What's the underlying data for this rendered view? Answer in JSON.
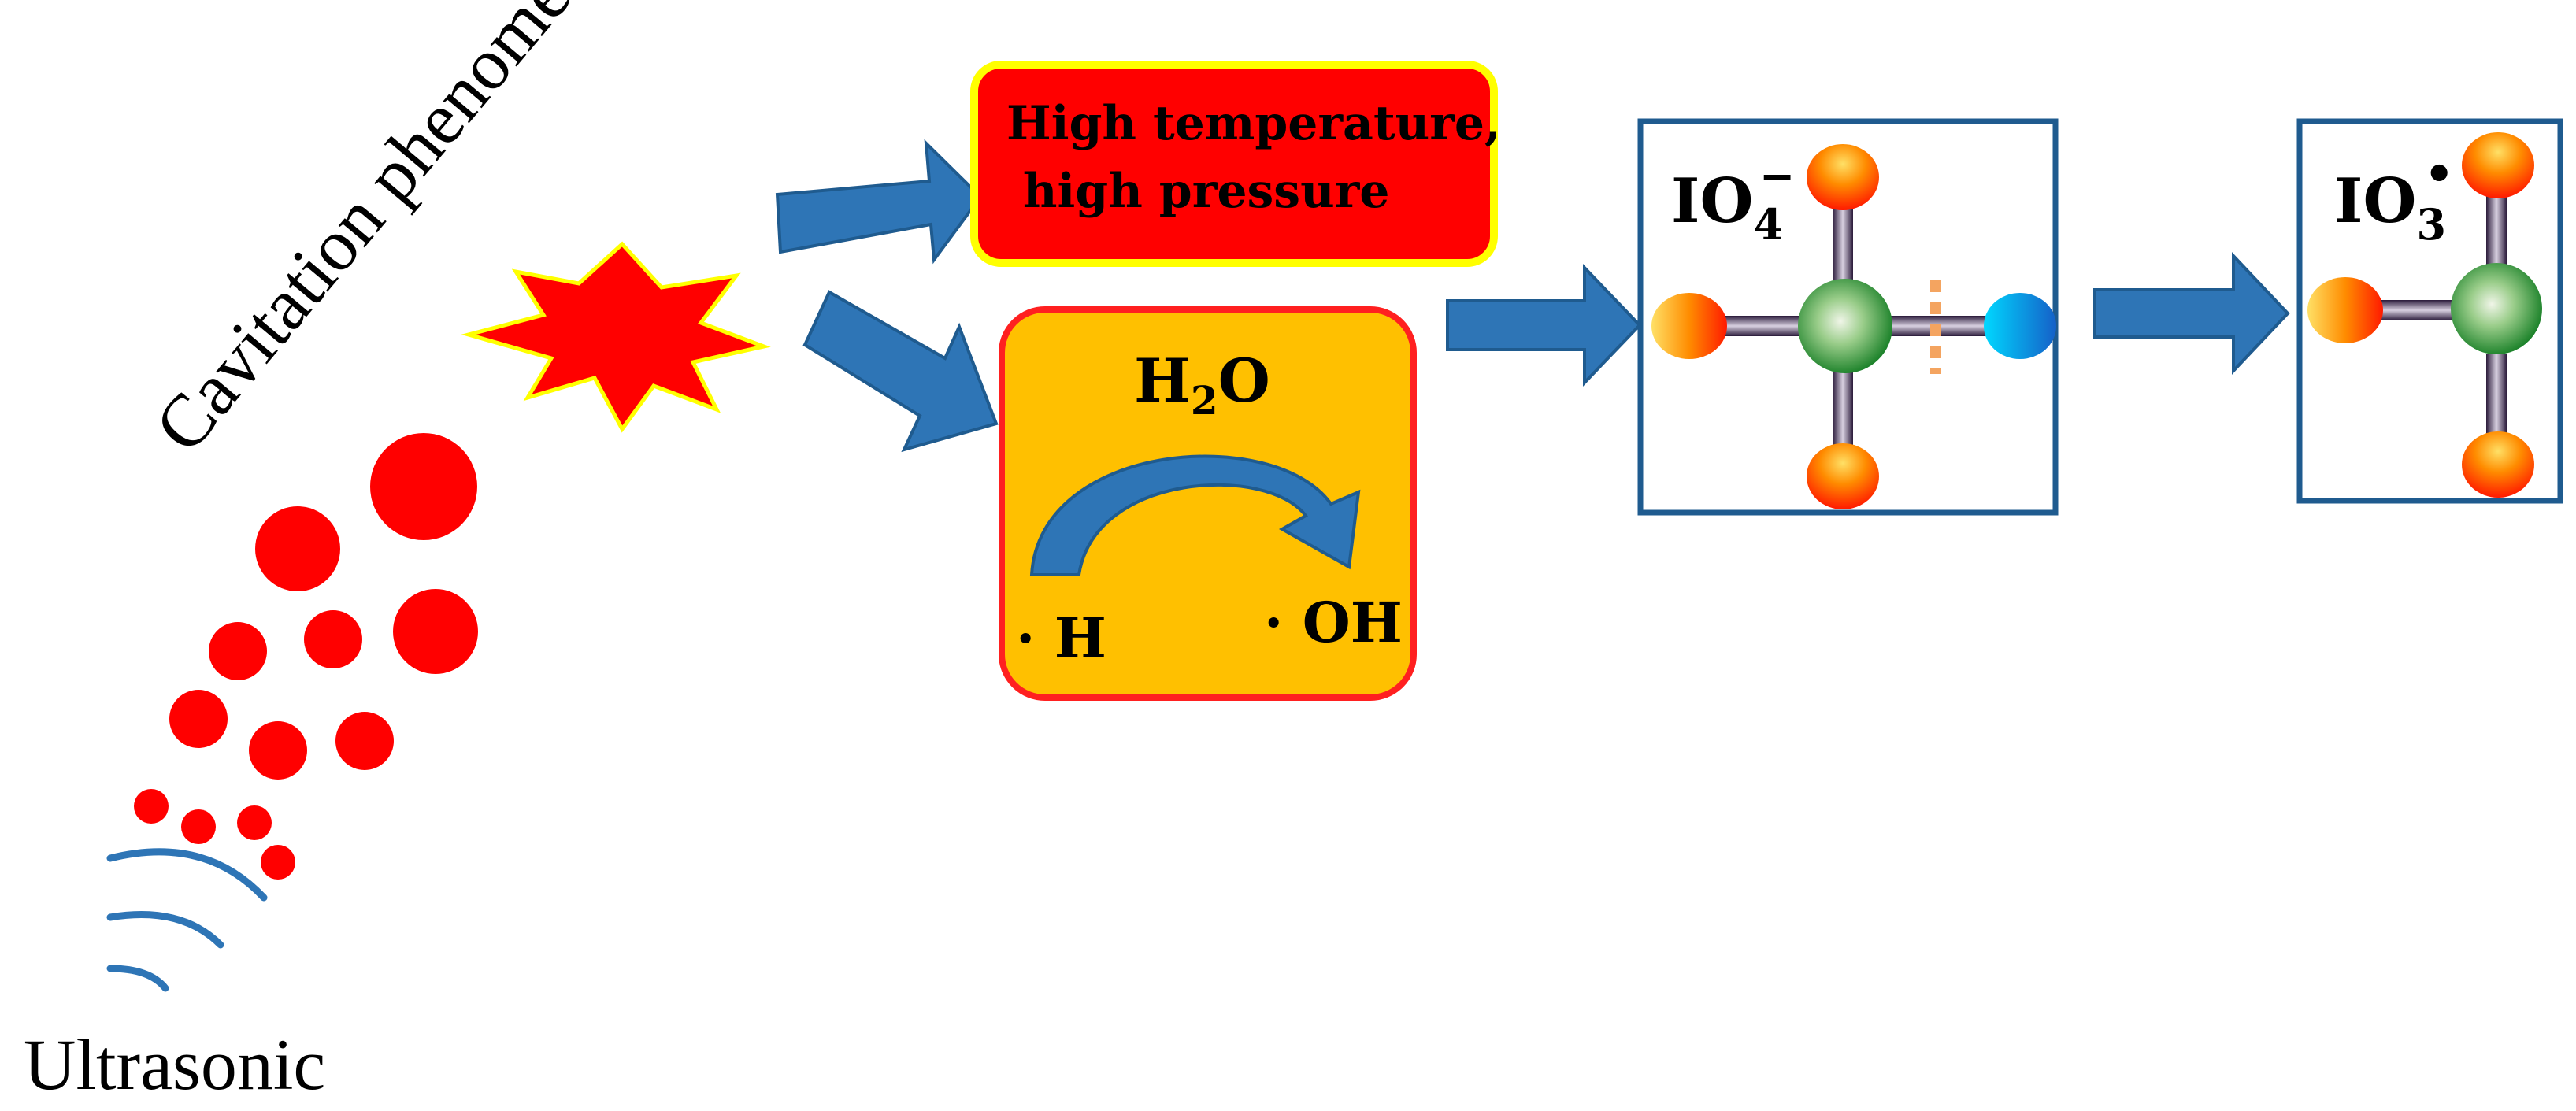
{
  "labels": {
    "source": "Ultrasonic",
    "phenomenon": "Cavitation phenomena",
    "thermal_box_line1": "High temperature,",
    "thermal_box_line2": " high pressure",
    "water_main": "H",
    "water_sub": "2",
    "water_tail": "O",
    "h_radical": "· H",
    "oh_radical": "· OH",
    "periodate_main": "IO",
    "periodate_sub": "4",
    "periodate_sup": "−",
    "iodate_main": "IO",
    "iodate_sub": "3",
    "iodate_sup": "•"
  },
  "colors": {
    "arrow_blue": "#2e75b6",
    "bubble_red": "#ff0000",
    "thermal_box_fill": "#ff0000",
    "thermal_box_border": "#ffff00",
    "water_box_fill": "#ffc000",
    "water_box_border": "#ff0000",
    "molecule_frame": "#1f5b8f",
    "central_atom": "#1a8a2a",
    "oxygen_atom": "#ff2200",
    "leaving_atom": "#00a0e0",
    "broken_bond": "#f4a460"
  }
}
